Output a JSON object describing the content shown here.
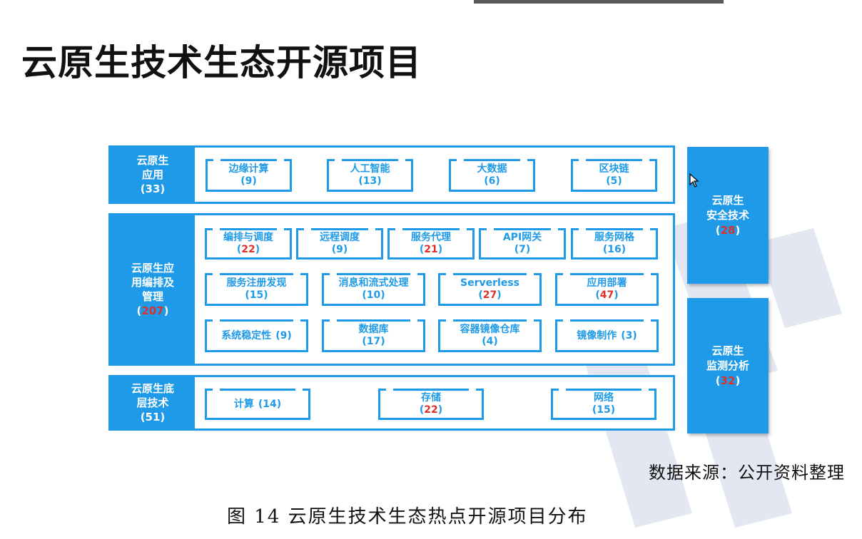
{
  "title": "云原生技术生态开源项目",
  "layers": {
    "app": {
      "label_lines": [
        "云原生",
        "应用"
      ],
      "count": "(33)",
      "items": [
        {
          "name": "边缘计算",
          "value": "(9)"
        },
        {
          "name": "人工智能",
          "value": "(13)"
        },
        {
          "name": "大数据",
          "value": "(6)"
        },
        {
          "name": "区块链",
          "value": "(5)"
        }
      ]
    },
    "mgmt": {
      "label_lines": [
        "云原生应",
        "用编排及",
        "管理"
      ],
      "count": "(207)",
      "count_open": "(",
      "count_num": "207",
      "count_close": ")",
      "items": [
        {
          "name": "编排与调度",
          "value": "22"
        },
        {
          "name": "远程调度",
          "value": "(9)"
        },
        {
          "name": "服务代理",
          "value": "21"
        },
        {
          "name": "API网关",
          "value": "(7)"
        },
        {
          "name": "服务网格",
          "value": "(16)"
        },
        {
          "name": "服务注册发现",
          "value": "(15)"
        },
        {
          "name": "消息和流式处理",
          "value": "(10)"
        },
        {
          "name": "Serverless",
          "value": "27"
        },
        {
          "name": "应用部署",
          "value": "47"
        },
        {
          "name": "系统稳定性",
          "value": "(9)"
        },
        {
          "name": "数据库",
          "value": "(17)"
        },
        {
          "name": "容器镜像仓库",
          "value": "(4)"
        },
        {
          "name": "镜像制作",
          "value": "(3)"
        }
      ]
    },
    "base": {
      "label_lines": [
        "云原生底",
        "层技术"
      ],
      "count": "(51)",
      "items": [
        {
          "name": "计算",
          "value": "(14)"
        },
        {
          "name": "存储",
          "value": "22"
        },
        {
          "name": "网络",
          "value": "(15)"
        }
      ]
    }
  },
  "side": {
    "security": {
      "label_lines": [
        "云原生",
        "安全技术"
      ],
      "count_num": "28"
    },
    "monitor": {
      "label_lines": [
        "云原生",
        "监测分析"
      ],
      "count_num": "32"
    }
  },
  "source_note": "数据来源：公开资料整理",
  "caption": "图 14 云原生技术生态热点开源项目分布",
  "colors": {
    "accent": "#1e9ae8",
    "highlight": "#e0302a"
  }
}
